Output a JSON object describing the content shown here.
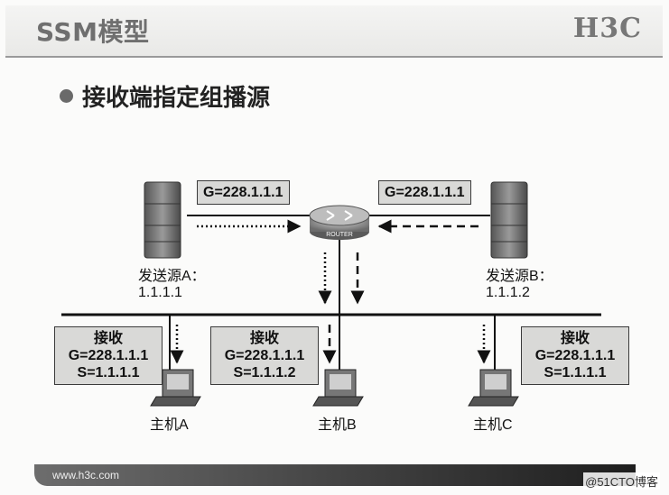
{
  "slide": {
    "title": "SSM模型",
    "logo": "H3C",
    "bullet": "接收端指定组播源"
  },
  "sources": {
    "a": {
      "caption_line1": "发送源A：",
      "caption_line2": "1.1.1.1",
      "group_label": "G=228.1.1.1"
    },
    "b": {
      "caption_line1": "发送源B：",
      "caption_line2": "1.1.1.2",
      "group_label": "G=228.1.1.1"
    }
  },
  "router": {
    "label": "ROUTER"
  },
  "hosts": {
    "a": {
      "name": "主机A",
      "box_title": "接收",
      "box_group": "G=228.1.1.1",
      "box_source": "S=1.1.1.1"
    },
    "b": {
      "name": "主机B",
      "box_title": "接收",
      "box_group": "G=228.1.1.1",
      "box_source": "S=1.1.1.2"
    },
    "c": {
      "name": "主机C",
      "box_title": "接收",
      "box_group": "G=228.1.1.1",
      "box_source": "S=1.1.1.1"
    }
  },
  "footer": {
    "url": "www.h3c.com",
    "watermark": "@51CTO博客"
  }
}
